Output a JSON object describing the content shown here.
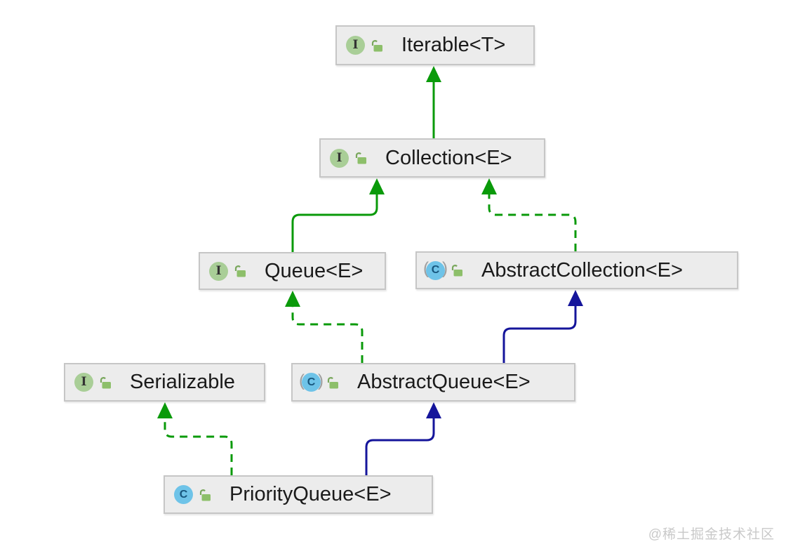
{
  "diagram": {
    "nodes": [
      {
        "id": "iterable",
        "label": "Iterable<T>",
        "kind": "interface",
        "icon_letter": "I",
        "visibility": "public"
      },
      {
        "id": "collection",
        "label": "Collection<E>",
        "kind": "interface",
        "icon_letter": "I",
        "visibility": "public"
      },
      {
        "id": "queue",
        "label": "Queue<E>",
        "kind": "interface",
        "icon_letter": "I",
        "visibility": "public"
      },
      {
        "id": "abstract_collection",
        "label": "AbstractCollection<E>",
        "kind": "abstract-class",
        "icon_letter": "C",
        "visibility": "public"
      },
      {
        "id": "serializable",
        "label": "Serializable",
        "kind": "interface",
        "icon_letter": "I",
        "visibility": "public"
      },
      {
        "id": "abstract_queue",
        "label": "AbstractQueue<E>",
        "kind": "abstract-class",
        "icon_letter": "C",
        "visibility": "public"
      },
      {
        "id": "priority_queue",
        "label": "PriorityQueue<E>",
        "kind": "class",
        "icon_letter": "C",
        "visibility": "public"
      }
    ],
    "abstract_markers": {
      "open": "(",
      "close": ")"
    },
    "edges": [
      {
        "from": "collection",
        "to": "iterable",
        "relation": "extends",
        "style": "solid",
        "color": "#0a9a0a"
      },
      {
        "from": "queue",
        "to": "collection",
        "relation": "extends",
        "style": "solid",
        "color": "#0a9a0a"
      },
      {
        "from": "abstract_collection",
        "to": "collection",
        "relation": "implements",
        "style": "dashed",
        "color": "#0a9a0a"
      },
      {
        "from": "abstract_queue",
        "to": "queue",
        "relation": "implements",
        "style": "dashed",
        "color": "#0a9a0a"
      },
      {
        "from": "abstract_queue",
        "to": "abstract_collection",
        "relation": "extends",
        "style": "solid",
        "color": "#15159b"
      },
      {
        "from": "priority_queue",
        "to": "serializable",
        "relation": "implements",
        "style": "dashed",
        "color": "#0a9a0a"
      },
      {
        "from": "priority_queue",
        "to": "abstract_queue",
        "relation": "extends",
        "style": "solid",
        "color": "#15159b"
      }
    ],
    "colors": {
      "interface_edge_green": "#0a9a0a",
      "class_edge_navy": "#15159b",
      "node_background": "#ececec",
      "node_border": "#c6c6c6",
      "interface_icon_green": "#a9ce97",
      "class_icon_blue": "#6ec3e8"
    }
  },
  "watermark": {
    "text": "@稀土掘金技术社区"
  }
}
